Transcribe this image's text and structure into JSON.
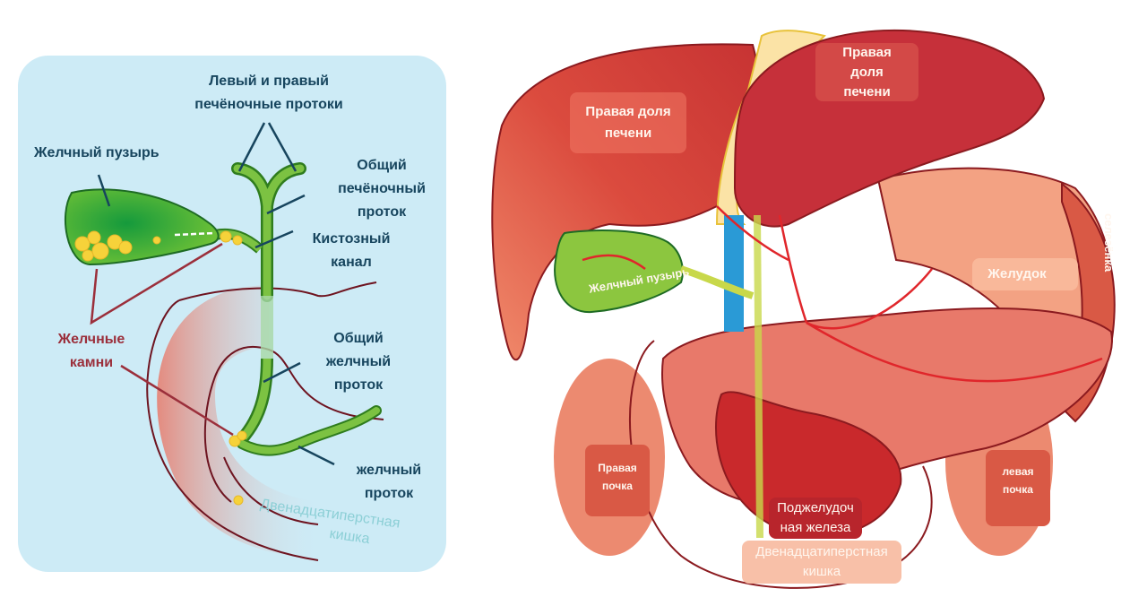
{
  "left_diagram": {
    "labels": {
      "hepatic_ducts": [
        "Левый и правый",
        "печёночные протоки"
      ],
      "gallbladder": "Желчный пузырь",
      "common_hepatic_duct": [
        "Общий",
        "печёночный",
        "проток"
      ],
      "cystic_duct": [
        "Кистозный",
        "канал"
      ],
      "gallstones": [
        "Желчные",
        "камни"
      ],
      "common_bile_duct": [
        "Общий",
        "желчный",
        "проток"
      ],
      "bile_duct": [
        "желчный",
        "проток"
      ],
      "duodenum": [
        "Двенадцатиперстная",
        "кишка"
      ]
    },
    "colors": {
      "panel_bg": "#cdebf6",
      "duct_green": "#7cc242",
      "duct_outline": "#2f7d1e",
      "stones": "#f6d23a",
      "label_navy": "#17455e",
      "label_maroon": "#9b2f3b",
      "duodenum_line": "#6e1420"
    }
  },
  "right_diagram": {
    "labels": {
      "right_liver_lobe": [
        "Правая доля",
        "печени"
      ],
      "right_liver_lobe_2": [
        "Правая",
        "доля",
        "печени"
      ],
      "gallbladder": "Желчный пузырь",
      "stomach": "Желудок",
      "spleen": "селезёнка",
      "right_kidney": [
        "Правая",
        "почка"
      ],
      "left_kidney": [
        "левая",
        "почка"
      ],
      "pancreas": [
        "Поджелудоч",
        "ная железа"
      ],
      "duodenum": [
        "Двенадцатиперстная",
        "кишка"
      ]
    },
    "colors": {
      "liver": "#d8453a",
      "liver_dark": "#a51d24",
      "stomach": "#f3a283",
      "pancreas": "#e8796a",
      "vessels": "#e0262b",
      "gallbladder": "#8cc63f",
      "vein_blue": "#2a9ad6"
    }
  }
}
